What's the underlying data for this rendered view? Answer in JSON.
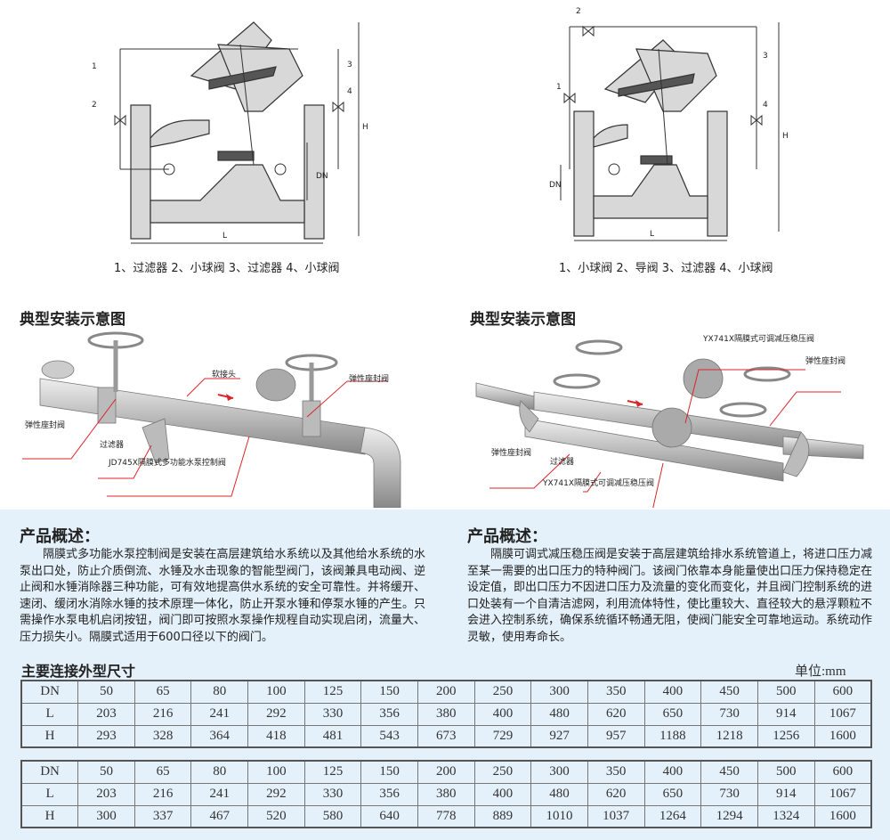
{
  "drawings": [
    {
      "caption": "1、过滤器 2、小球阀 3、过滤器 4、小球阀",
      "labels": [
        "1",
        "2",
        "3",
        "4",
        "H",
        "DN",
        "L"
      ]
    },
    {
      "caption": "1、小球阀 2、导阀 3、过滤器 4、小球阀",
      "labels": [
        "1",
        "2",
        "3",
        "4",
        "H",
        "DN",
        "L"
      ]
    }
  ],
  "install_left": {
    "title": "典型安装示意图",
    "callouts": [
      "弹性座封阀",
      "过滤器",
      "JD745X隔膜式多功能水泵控制阀",
      "软接头",
      "弹性座封阀"
    ]
  },
  "install_right": {
    "title": "典型安装示意图",
    "callouts": [
      "YX741X隔膜式可调减压稳压阀",
      "弹性座封阀",
      "弹性座封阀",
      "过滤器",
      "YX741X隔膜式可调减压稳压阀"
    ]
  },
  "overview_left": {
    "title": "产品概述：",
    "text": "隔膜式多功能水泵控制阀是安装在高层建筑给水系统以及其他给水系统的水泵出口处，防止介质倒流、水锤及水击现象的智能型阀门，该阀兼具电动阀、逆止阀和水锤消除器三种功能，可有效地提高供水系统的安全可靠性。并将缓开、速闭、缓闭水消除水锤的技术原理一体化，防止开泵水锤和停泵水锤的产生。只需操作水泵电机启闭按钮，阀门即可按照水泵操作规程自动实现启闭，流量大、压力损失小。隔膜式适用于600口径以下的阀门。"
  },
  "overview_right": {
    "title": "产品概述：",
    "text": "隔膜可调式减压稳压阀是安装于高层建筑给排水系统管道上，将进口压力减至某一需要的出口压力的特种阀门。该阀门依靠本身能量使出口压力保持稳定在设定值，即出口压力不因进口压力及流量的变化而变化，并且阀门控制系统的进口处装有一个自清洁滤网，利用流体特性，使比重较大、直径较大的悬浮颗粒不会进入控制系统，确保系统循环畅通无阻，使阀门能安全可靠地运动。系统动作灵敏，使用寿命长。"
  },
  "specs": {
    "title": "主要连接外型尺寸",
    "unit": "单位:mm",
    "tables": [
      [
        [
          "DN",
          "50",
          "65",
          "80",
          "100",
          "125",
          "150",
          "200",
          "250",
          "300",
          "350",
          "400",
          "450",
          "500",
          "600"
        ],
        [
          "L",
          "203",
          "216",
          "241",
          "292",
          "330",
          "356",
          "380",
          "400",
          "480",
          "620",
          "650",
          "730",
          "914",
          "1067"
        ],
        [
          "H",
          "293",
          "328",
          "364",
          "418",
          "481",
          "543",
          "673",
          "729",
          "927",
          "957",
          "1188",
          "1218",
          "1256",
          "1600"
        ]
      ],
      [
        [
          "DN",
          "50",
          "65",
          "80",
          "100",
          "125",
          "150",
          "200",
          "250",
          "300",
          "350",
          "400",
          "450",
          "500",
          "600"
        ],
        [
          "L",
          "203",
          "216",
          "241",
          "292",
          "330",
          "356",
          "380",
          "400",
          "480",
          "620",
          "650",
          "730",
          "914",
          "1067"
        ],
        [
          "H",
          "300",
          "337",
          "467",
          "520",
          "580",
          "640",
          "778",
          "889",
          "1010",
          "1037",
          "1264",
          "1294",
          "1324",
          "1600"
        ]
      ]
    ]
  },
  "colors": {
    "accent_red": "#d8262b",
    "panel_bg": "#e4f1fb"
  }
}
